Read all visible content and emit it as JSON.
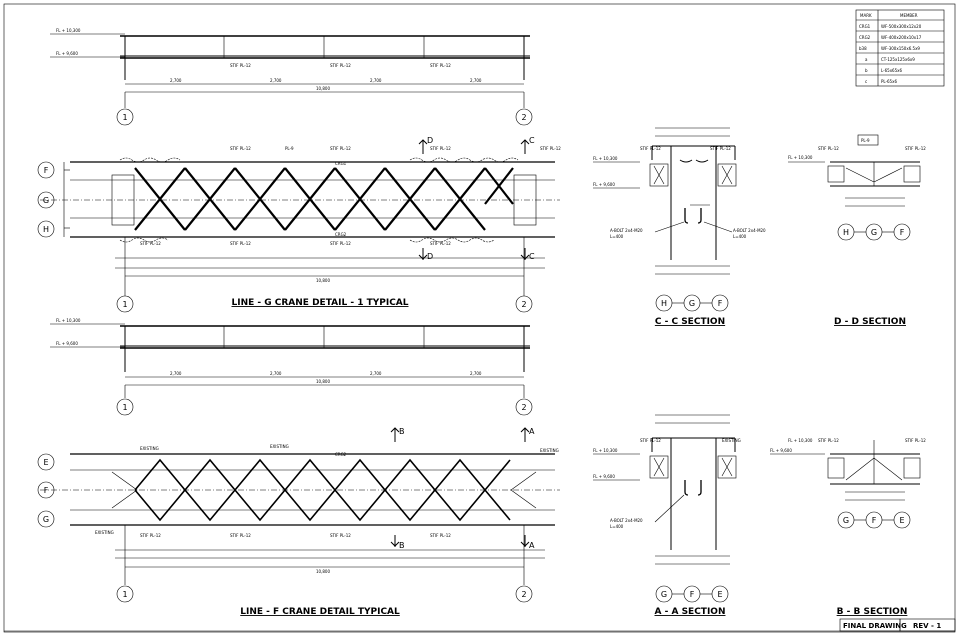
{
  "titles": {
    "line_g": "LINE - G CRANE DETAIL - 1 TYPICAL",
    "line_f": "LINE - F CRANE DETAIL TYPICAL",
    "cc": "C - C SECTION",
    "dd": "D - D SECTION",
    "aa": "A - A SECTION",
    "bb": "B - B SECTION"
  },
  "grid": {
    "g1": "1",
    "g2": "2",
    "gF": "F",
    "gG": "G",
    "gH": "H",
    "gE": "E"
  },
  "section_marks": {
    "A": "A",
    "B": "B",
    "C": "C",
    "D": "D"
  },
  "legend": {
    "header_mark": "MARK",
    "header_member": "MEMBER",
    "rows": [
      {
        "mark": "CRG1",
        "member": "WF-500x300x12x20"
      },
      {
        "mark": "CRG2",
        "member": "WF-400x200x10x17"
      },
      {
        "mark": "b38",
        "member": "WF-300x150x6.5x9"
      },
      {
        "mark": "a",
        "member": "CT-125x125x6x9"
      },
      {
        "mark": "b",
        "member": "L-65x65x6"
      },
      {
        "mark": "c",
        "member": "PL-65x6"
      }
    ]
  },
  "labels": {
    "stif": "STIF PL-12",
    "fl_top": "FL + 10,300",
    "fl_bot": "FL + 9,600",
    "bolt": "A-BOLT 2x4-M20",
    "bolt_len": "L=400",
    "existing": "EXISTING",
    "total_span": "10,800",
    "half_span": "2,700",
    "pl": "PL-9",
    "crg2": "CRG2",
    "crg1": "CRG1"
  },
  "title_block": {
    "final_drawing": "FINAL DRAWING",
    "rev": "REV - 1"
  }
}
